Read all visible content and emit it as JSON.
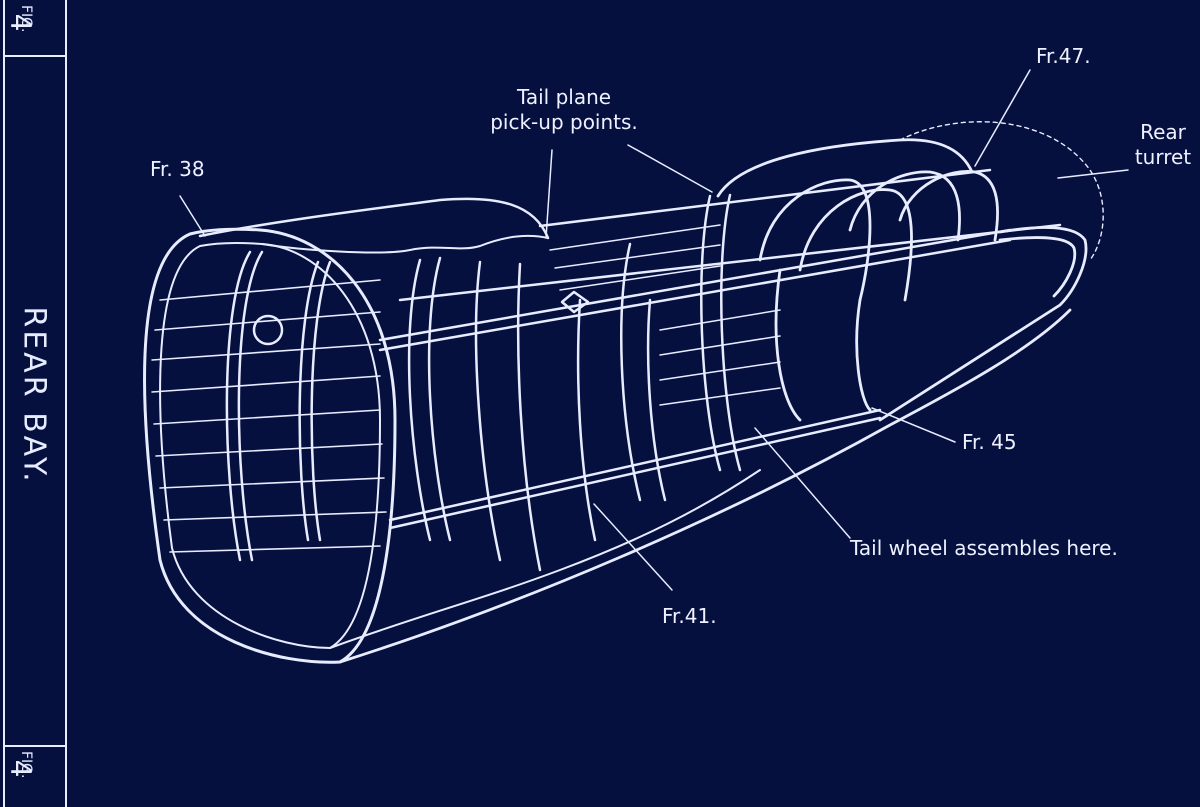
{
  "colors": {
    "background": "#06103f",
    "linework": "#e8ecff"
  },
  "sidebar": {
    "title": "REAR BAY.",
    "fig_top": {
      "word": "FIG.",
      "number": "4"
    },
    "fig_bottom": {
      "word": "FIG.",
      "number": "4"
    }
  },
  "labels": {
    "fr38": "Fr. 38",
    "tail_plane": "Tail plane",
    "pick_up": "pick-up points.",
    "fr47": "Fr.47.",
    "rear_turret_1": "Rear",
    "rear_turret_2": "turret",
    "fr45": "Fr. 45",
    "tail_wheel": "Tail wheel assembles here.",
    "fr41": "Fr.41."
  }
}
